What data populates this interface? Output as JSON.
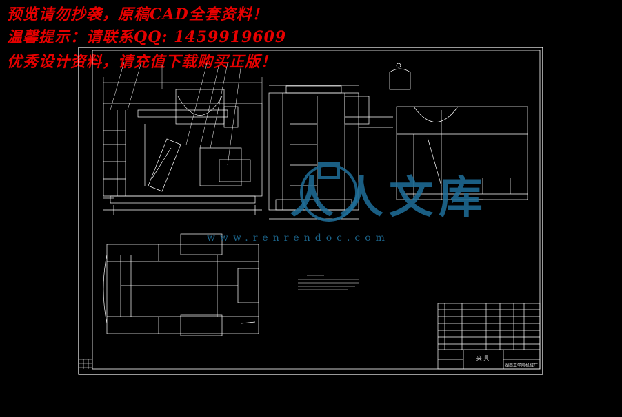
{
  "watermark": {
    "line1": "预览请勿抄袭，原稿CAD全套资料！",
    "line2": "温馨提示：请联系QQ: 1459919609",
    "line3": "优秀设计资料，请充值下载购买正版！"
  },
  "site": {
    "logo": "人人文库",
    "url": "www.renrendoc.com"
  },
  "title_block": {
    "part_name": "夹 具",
    "company": "湖南工学院机械厂"
  },
  "colors": {
    "background": "#000000",
    "lines": "#ffffff",
    "watermark": "#e60000",
    "logo": "#1f6f9a"
  }
}
